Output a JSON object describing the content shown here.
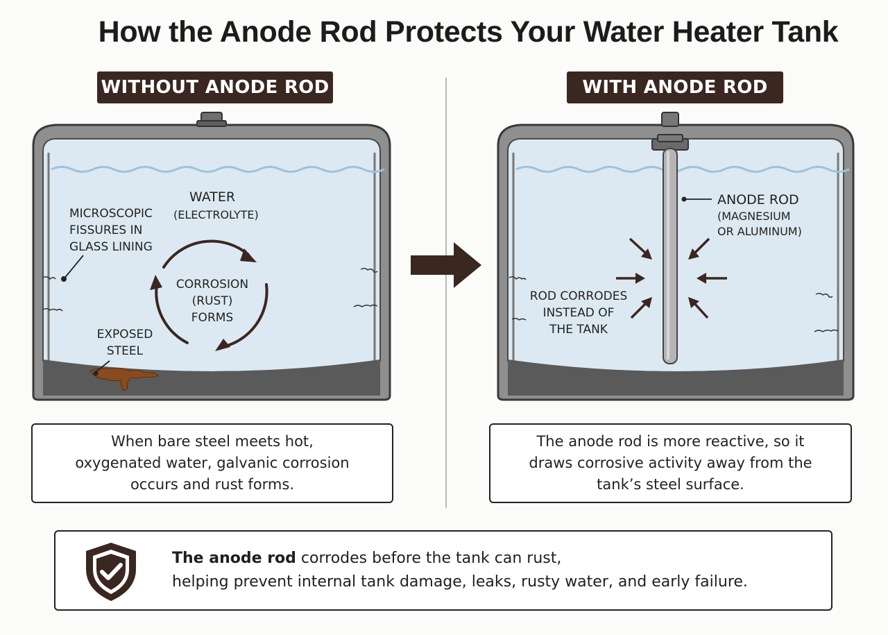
{
  "title": "How the Anode Rod Protects Your Water Heater Tank",
  "left_panel": {
    "badge": "WITHOUT ANODE ROD",
    "labels": {
      "water": "WATER",
      "electrolyte": "(ELECTROLYTE)",
      "fissures_1": "MICROSCOPIC",
      "fissures_2": "FISSURES IN",
      "fissures_3": "GLASS LINING",
      "corrosion_1": "CORROSION",
      "corrosion_2": "(RUST)",
      "corrosion_3": "FORMS",
      "exposed_1": "EXPOSED",
      "exposed_2": "STEEL"
    },
    "description_1": "When bare steel meets hot,",
    "description_2": "oxygenated water, galvanic corrosion",
    "description_3": "occurs and rust forms."
  },
  "right_panel": {
    "badge": "WITH ANODE ROD",
    "labels": {
      "anode_1": "ANODE ROD",
      "anode_2": "(MAGNESIUM",
      "anode_3": "OR ALUMINUM)",
      "rod_1": "ROD CORRODES",
      "rod_2": "INSTEAD OF",
      "rod_3": "THE TANK"
    },
    "description_1": "The anode rod is more reactive, so it",
    "description_2": "draws corrosive activity away from the",
    "description_3": "tank’s steel surface."
  },
  "summary": {
    "bold_part": "The anode rod",
    "line1_rest": " corrodes before the tank can rust,",
    "line2": "helping prevent internal tank damage, leaks, rusty water, and early failure."
  },
  "colors": {
    "badge_bg": "#3a2720",
    "water": "#dce9f2",
    "wave": "#9cc3dc",
    "tank_wall": "#8a8a8a",
    "tank_bottom": "#5a5a5a",
    "rust": "#8b4a1c",
    "arrow": "#3a2720"
  }
}
